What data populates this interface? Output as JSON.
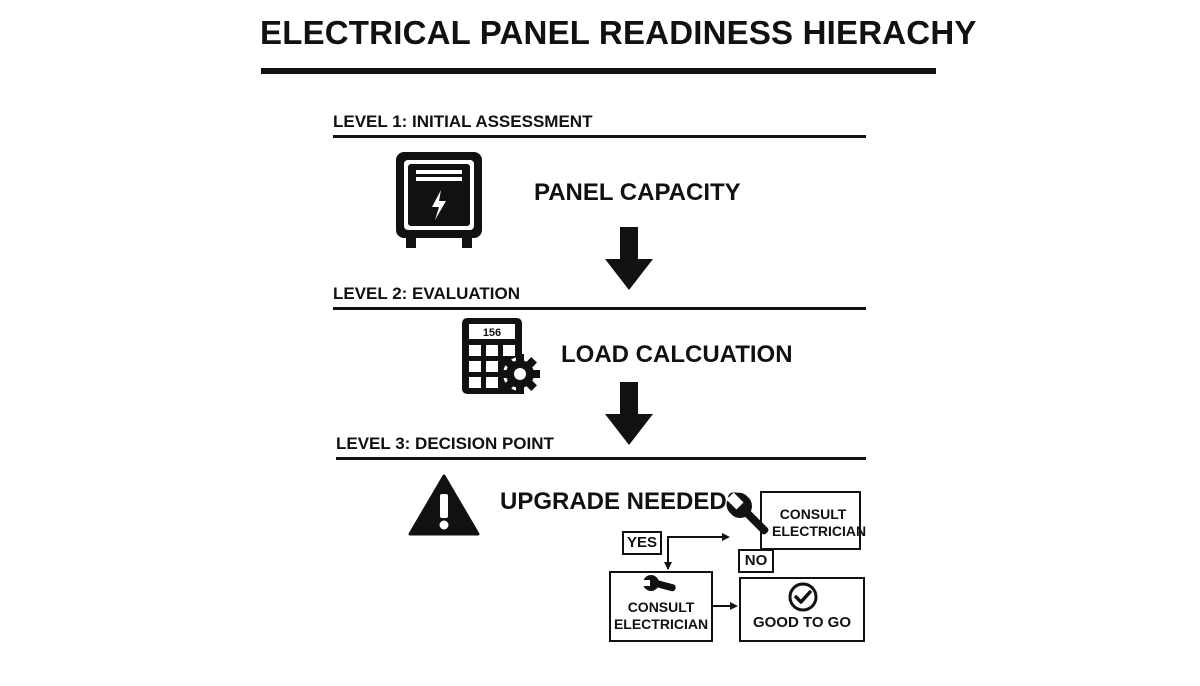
{
  "title": "ELECTRICAL PANEL READINESS HIERACHY",
  "levels": [
    {
      "label": "LEVEL 1: INITIAL ASSESSMENT",
      "step": "PANEL CAPACITY",
      "icon": "electrical-panel-icon"
    },
    {
      "label": "LEVEL 2: EVALUATION",
      "step": "LOAD CALCUATION",
      "icon": "calculator-gear-icon",
      "calculator_display": "156"
    },
    {
      "label": "LEVEL 3: DECISION POINT",
      "step": "UPGRADE NEEDED?",
      "icon": "warning-icon"
    }
  ],
  "decision": {
    "yes_label": "YES",
    "no_label": "NO",
    "top_box": {
      "line1": "CONSULT",
      "line2": "ELECTRICIAN",
      "icon": "wrench-icon"
    },
    "bottom_box": {
      "line1": "CONSULT",
      "line2": "ELECTRICIAN",
      "icon": "wrench-icon"
    },
    "result_box": {
      "label": "GOOD TO GO",
      "icon": "check-circle-icon"
    }
  },
  "colors": {
    "ink": "#111111",
    "background": "#ffffff"
  }
}
